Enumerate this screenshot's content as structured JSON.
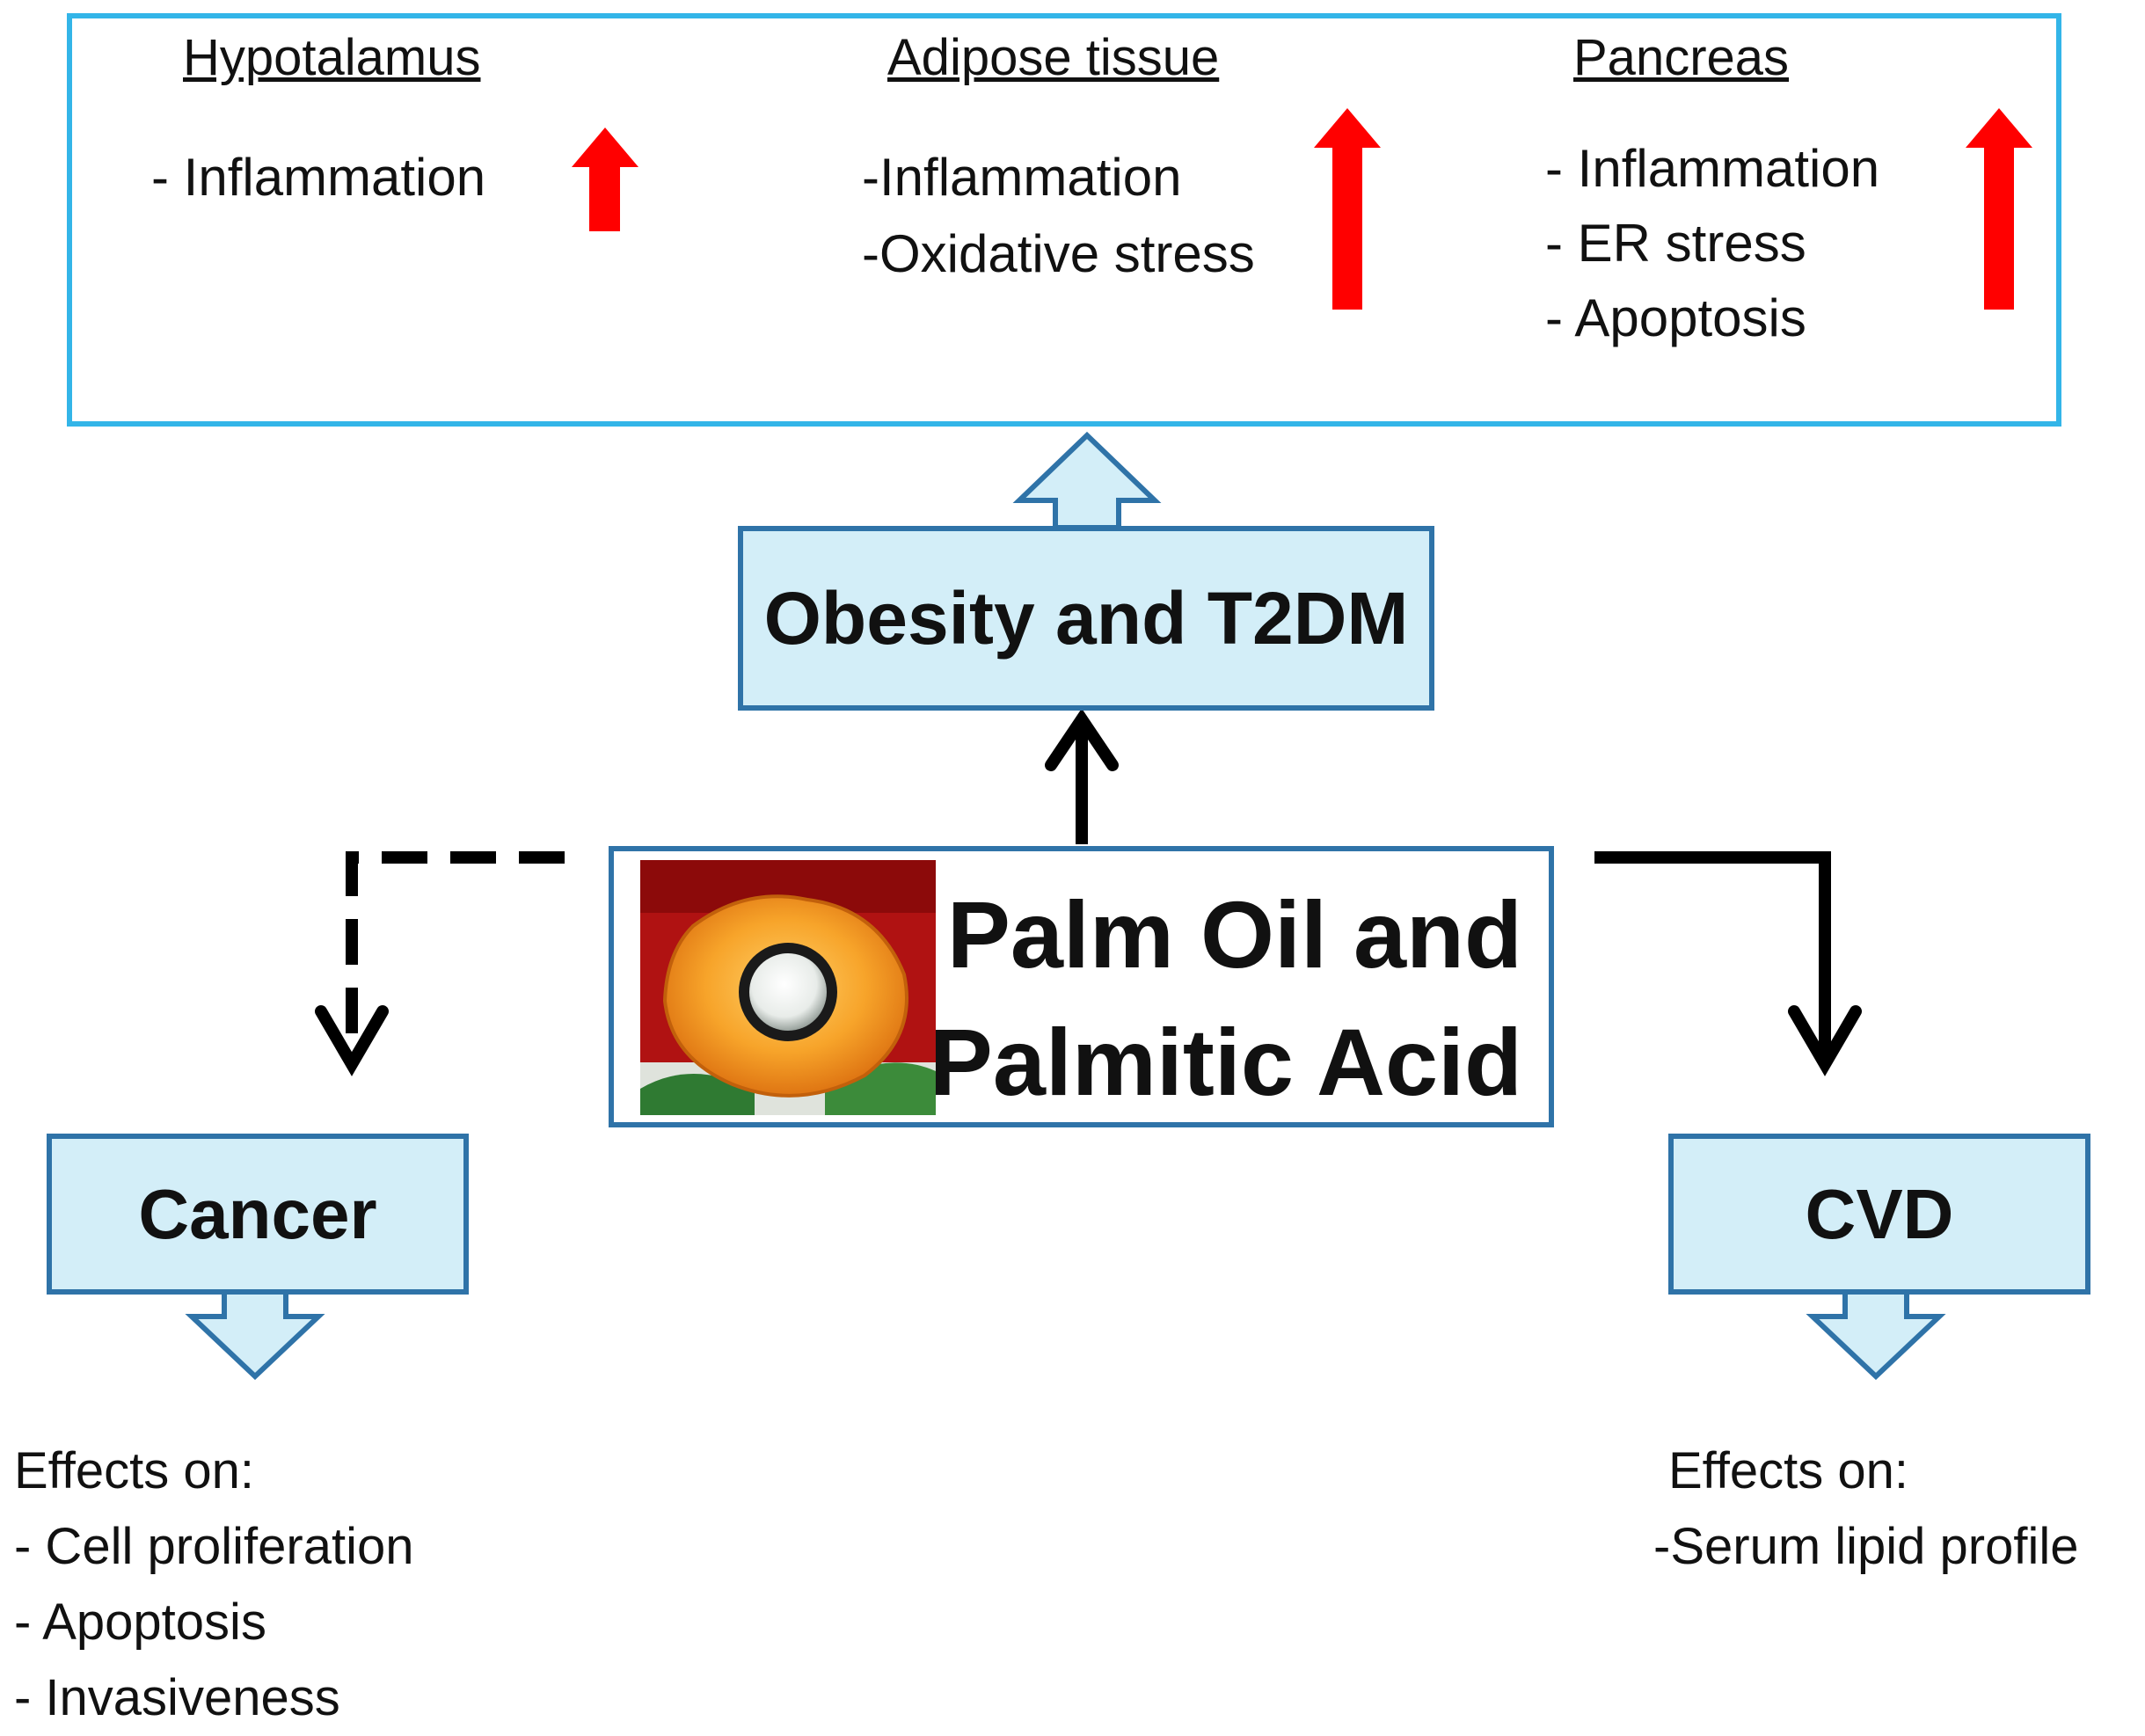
{
  "top_panel": {
    "organs": [
      {
        "title": "Hypotalamus",
        "effects": [
          "- Inflammation"
        ]
      },
      {
        "title": "Adipose tissue",
        "effects": [
          "-Inflammation",
          "-Oxidative stress"
        ]
      },
      {
        "title": "Pancreas",
        "effects": [
          "- Inflammation",
          "- ER stress",
          "- Apoptosis"
        ]
      }
    ],
    "increase_color": "#ff0000",
    "border_color": "#33b5e8"
  },
  "nodes": {
    "obesity": "Obesity and T2DM",
    "palm_oil": [
      "Palm Oil and",
      "Palmitic Acid"
    ],
    "cancer": "Cancer",
    "cvd": "CVD"
  },
  "outcomes": {
    "cancer": [
      "Effects on:",
      "- Cell proliferation",
      "- Apoptosis",
      "- Invasiveness"
    ],
    "cvd": [
      "Effects on:",
      "-Serum lipid profile"
    ]
  },
  "links": {
    "palm_to_cancer": "dashed",
    "palm_to_obesity": "solid",
    "palm_to_cvd": "solid"
  },
  "colors": {
    "node_fill": "#d3eef8",
    "node_border": "#2f73a8",
    "arrow": "#000000"
  }
}
